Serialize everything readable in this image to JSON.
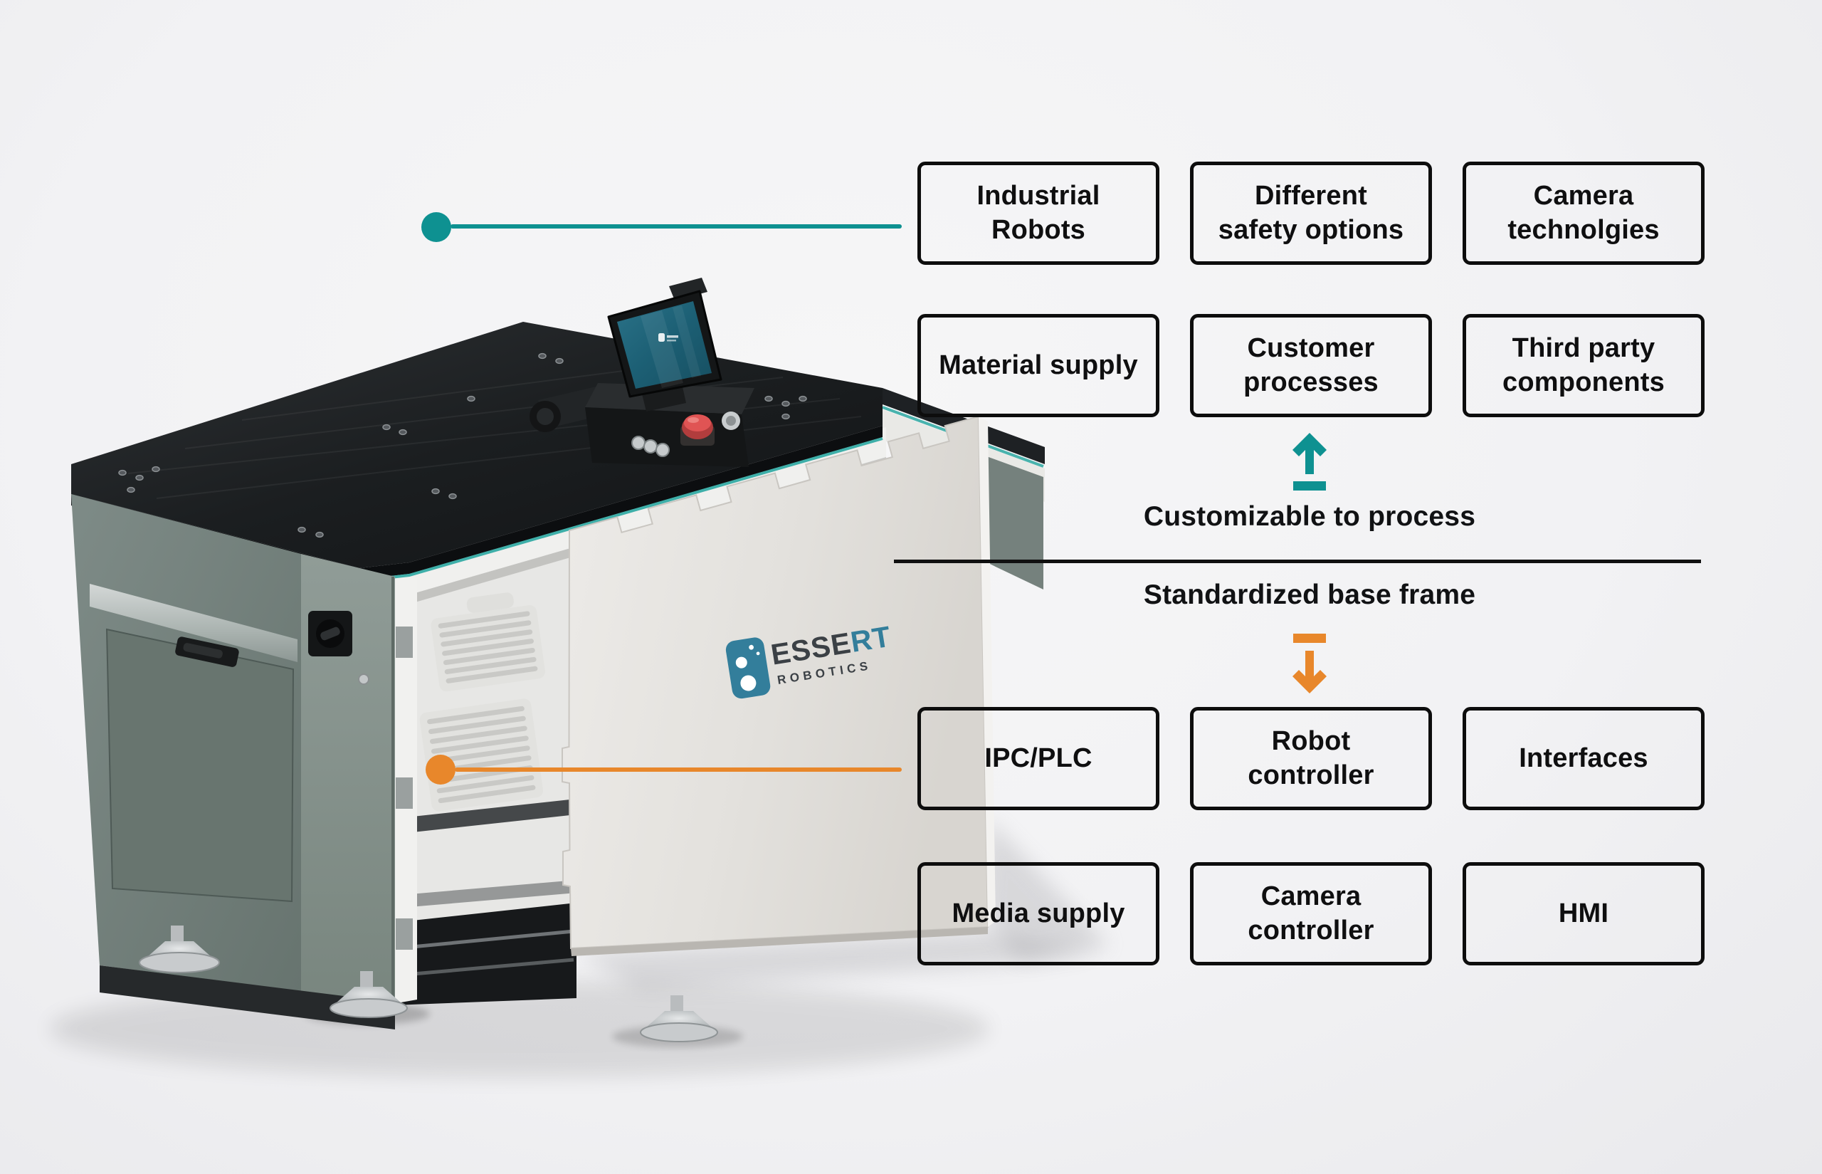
{
  "diagram": {
    "grid": {
      "top": [
        {
          "label": "Industrial\nRobots"
        },
        {
          "label": "Different\nsafety options"
        },
        {
          "label": "Camera\ntechnolgies"
        },
        {
          "label": "Material supply"
        },
        {
          "label": "Customer\nprocesses"
        },
        {
          "label": "Third party\ncomponents"
        }
      ],
      "bottom": [
        {
          "label": "IPC/PLC"
        },
        {
          "label": "Robot\ncontroller"
        },
        {
          "label": "Interfaces"
        },
        {
          "label": "Media supply"
        },
        {
          "label": "Camera\ncontroller"
        },
        {
          "label": "HMI"
        }
      ]
    },
    "headings": {
      "customizable": "Customizable to process",
      "standardized": "Standardized base frame"
    },
    "logo": {
      "name_part1": "ESSE",
      "name_part2": "RT",
      "subtitle": "ROBOTICS"
    },
    "colors": {
      "teal_accent": "#0E9191",
      "orange_accent": "#E8872B",
      "box_border": "#0D0D0D",
      "divider": "#101010",
      "logo_teal": "#337E9B",
      "background": "#F2F2F4"
    },
    "icons": {
      "up_arrow": "up-arrow-from-bar",
      "down_arrow": "down-arrow-to-bar",
      "teal_dot": "callout-dot",
      "orange_dot": "callout-dot"
    }
  }
}
